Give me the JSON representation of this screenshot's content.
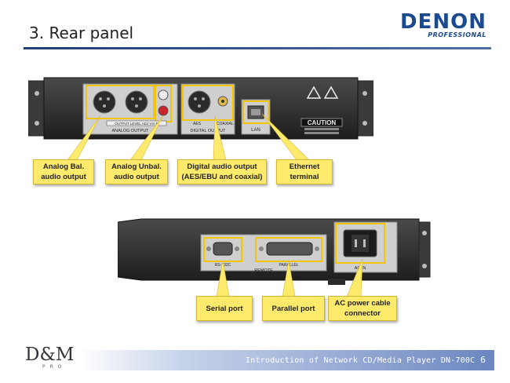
{
  "slide": {
    "title": "3. Rear panel",
    "page_number": "6",
    "footer_text": "Introduction of Network CD/Media Player DN-700C"
  },
  "brand": {
    "name": "DENON",
    "sub": "PROFESSIONAL"
  },
  "footer_logo": {
    "main": "D&M",
    "sub": "PRO"
  },
  "panel_top": {
    "labels": {
      "analog_output": "ANALOG OUTPUT",
      "output_level": "OUTPUT LEVEL ADJ VIA B",
      "digital_output": "DIGITAL OUTPUT",
      "aes": "AES",
      "coaxial": "COAXIAL",
      "lan": "LAN",
      "caution": "CAUTION"
    },
    "callouts": [
      "Analog Bal. audio output",
      "Analog Unbal. audio output",
      "Digital audio output (AES/EBU and coaxial)",
      "Ethernet terminal"
    ]
  },
  "panel_bottom": {
    "labels": {
      "remote": "REMOTE",
      "rs232c": "RS-232C",
      "parallel": "PARALLEL",
      "ac_in": "AC IN"
    },
    "callouts": [
      "Serial port",
      "Parallel port",
      "AC power cable connector"
    ]
  },
  "colors": {
    "accent_blue": "#1c4a8f",
    "callout_yellow": "#ffea6b",
    "highlight_yellow": "#f5c400",
    "panel_dark": "#2f2f2f"
  }
}
